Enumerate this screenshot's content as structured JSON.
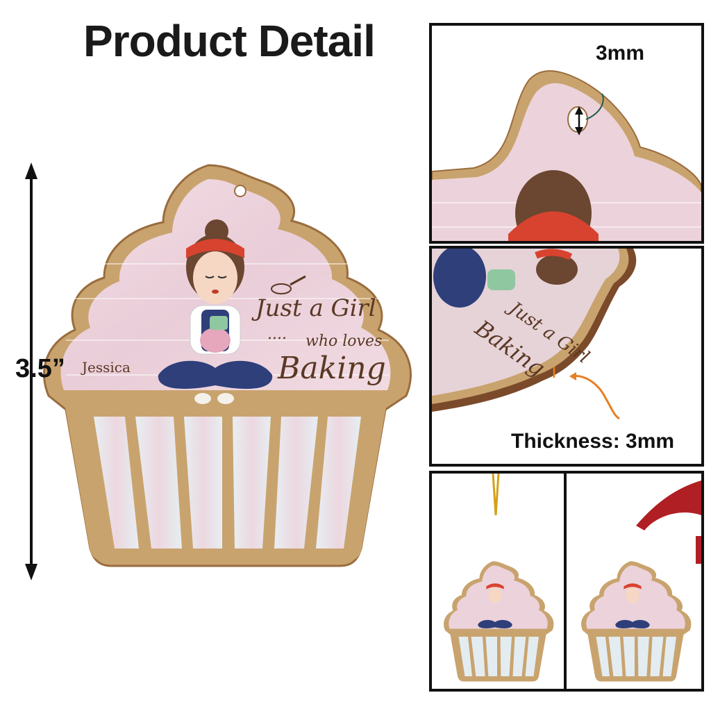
{
  "header": {
    "title": "Product Detail"
  },
  "dimensions": {
    "height_label": "3.5”"
  },
  "detail_hole": {
    "label": "3mm"
  },
  "detail_thickness": {
    "label": "Thickness: 3mm"
  },
  "ornament": {
    "tagline_line1": "Just a Girl",
    "tagline_dots": "....",
    "tagline_line2": "who loves",
    "tagline_line3": "Baking",
    "name": "Jessica"
  },
  "colors": {
    "wood": "#c8a06a",
    "wood_dark": "#8b5a32",
    "frosting": "#efd2da",
    "wrapper": "#dfeaf0",
    "bandana": "#d8432f",
    "jeans": "#2e3f7a",
    "hair": "#6b4630"
  }
}
